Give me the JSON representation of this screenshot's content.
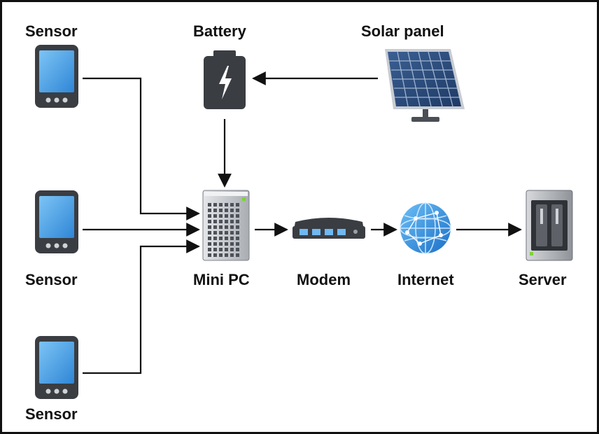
{
  "labels": {
    "sensor_top": "Sensor",
    "sensor_mid": "Sensor",
    "sensor_bot": "Sensor",
    "battery": "Battery",
    "solar_panel": "Solar panel",
    "mini_pc": "Mini PC",
    "modem": "Modem",
    "internet": "Internet",
    "server": "Server"
  },
  "icons": {
    "sensor": "tablet-icon",
    "battery": "battery-icon",
    "solar_panel": "solar-panel-icon",
    "mini_pc": "tower-pc-icon",
    "modem": "router-icon",
    "internet": "globe-icon",
    "server": "server-icon"
  },
  "colors": {
    "border": "#111111",
    "arrow": "#111111",
    "device_body": "#3a3d42",
    "screen_blue": "#4fa6e8",
    "globe_blue": "#2f8fe0"
  }
}
